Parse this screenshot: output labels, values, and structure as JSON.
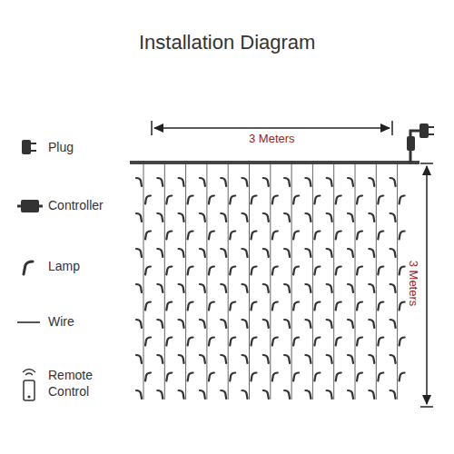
{
  "diagram": {
    "title": "Installation Diagram",
    "labels": [
      "3 Meters",
      "3 Meters"
    ],
    "legend": [
      {
        "text": "Plug"
      },
      {
        "text": "Controller"
      },
      {
        "text": "Lamp"
      },
      {
        "text": "Wire"
      },
      {
        "text": "Remote Control"
      }
    ]
  }
}
